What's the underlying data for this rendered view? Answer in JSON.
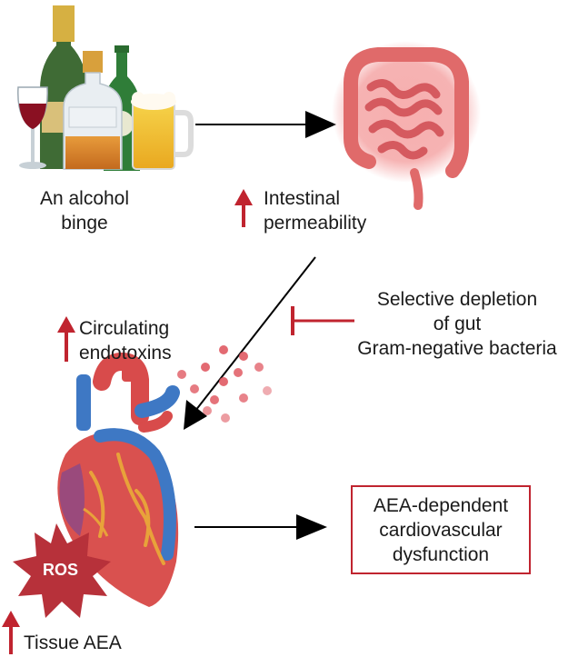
{
  "labels": {
    "alcohol_binge": [
      "An alcohol",
      "binge"
    ],
    "intestinal_permeability": [
      "Intestinal",
      "permeability"
    ],
    "circulating_endotoxins": [
      "Circulating",
      "endotoxins"
    ],
    "selective_depletion": [
      "Selective depletion",
      "of gut",
      "Gram-negative bacteria"
    ],
    "aea_dysfunction": [
      "AEA-dependent",
      "cardiovascular",
      "dysfunction"
    ],
    "ros": "ROS",
    "tissue_aea": "Tissue AEA"
  },
  "colors": {
    "up_arrow": "#c0242f",
    "inhibition": "#c0242f",
    "ros_star": "#b7313a",
    "arrows": "#000000",
    "endotoxin_dots": "#e05a63"
  },
  "icons": [
    "alcohol-bottles-icon",
    "intestine-icon",
    "heart-icon",
    "ros-star-icon",
    "endotoxin-dots-icon"
  ]
}
